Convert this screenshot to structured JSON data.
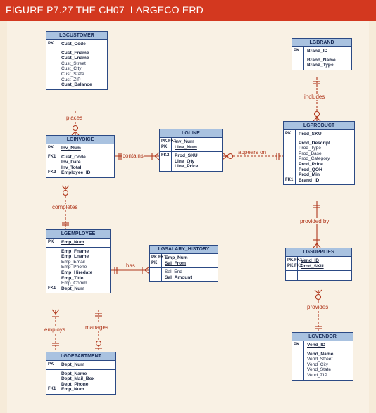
{
  "figure_title": "FIGURE P7.27  THE CH07_LARGECO ERD",
  "entities": [
    {
      "id": "lgcustomer",
      "name": "LGCUSTOMER",
      "keys": [
        {
          "code": "PK",
          "attr": "Cust_Code",
          "bold": true,
          "underline": true
        }
      ],
      "attrs": [
        {
          "code": "",
          "attr": "Cust_Fname",
          "bold": true
        },
        {
          "code": "",
          "attr": "Cust_Lname",
          "bold": true
        },
        {
          "code": "",
          "attr": "Cust_Street",
          "bold": false
        },
        {
          "code": "",
          "attr": "Cust_City",
          "bold": false
        },
        {
          "code": "",
          "attr": "Cust_State",
          "bold": false
        },
        {
          "code": "",
          "attr": "Cust_ZIP",
          "bold": false
        },
        {
          "code": "",
          "attr": "Cust_Balance",
          "bold": true
        }
      ]
    },
    {
      "id": "lgbrand",
      "name": "LGBRAND",
      "keys": [
        {
          "code": "PK",
          "attr": "Brand_ID",
          "bold": true,
          "underline": true
        }
      ],
      "attrs": [
        {
          "code": "",
          "attr": "Brand_Name",
          "bold": true
        },
        {
          "code": "",
          "attr": "Brand_Type",
          "bold": true
        }
      ]
    },
    {
      "id": "lginvoice",
      "name": "LGINVOICE",
      "keys": [
        {
          "code": "PK",
          "attr": "Inv_Num",
          "bold": true,
          "underline": true
        }
      ],
      "attrs": [
        {
          "code": "FK1",
          "attr": "Cust_Code",
          "bold": true
        },
        {
          "code": "",
          "attr": "Inv_Date",
          "bold": true
        },
        {
          "code": "",
          "attr": "Inv_Total",
          "bold": true
        },
        {
          "code": "FK2",
          "attr": "Employee_ID",
          "bold": true
        }
      ]
    },
    {
      "id": "lgline",
      "name": "LGLINE",
      "keys": [
        {
          "code": "PK,FK1",
          "attr": "Inv_Num",
          "bold": true,
          "underline": true
        },
        {
          "code": "PK",
          "attr": "Line_Num",
          "bold": true,
          "underline": true
        }
      ],
      "attrs": [
        {
          "code": "FK2",
          "attr": "Prod_SKU",
          "bold": true
        },
        {
          "code": "",
          "attr": "Line_Qty",
          "bold": true
        },
        {
          "code": "",
          "attr": "Line_Price",
          "bold": true
        }
      ]
    },
    {
      "id": "lgproduct",
      "name": "LGPRODUCT",
      "keys": [
        {
          "code": "PK",
          "attr": "Prod_SKU",
          "bold": true,
          "underline": true
        }
      ],
      "attrs": [
        {
          "code": "",
          "attr": "Prod_Descript",
          "bold": true
        },
        {
          "code": "",
          "attr": "Prod_Type",
          "bold": false
        },
        {
          "code": "",
          "attr": "Prod_Base",
          "bold": false
        },
        {
          "code": "",
          "attr": "Prod_Category",
          "bold": false
        },
        {
          "code": "",
          "attr": "Prod_Price",
          "bold": true
        },
        {
          "code": "",
          "attr": "Prod_QOH",
          "bold": true
        },
        {
          "code": "",
          "attr": "Prod_Min",
          "bold": true
        },
        {
          "code": "FK1",
          "attr": "Brand_ID",
          "bold": true
        }
      ]
    },
    {
      "id": "lgemployee",
      "name": "LGEMPLOYEE",
      "keys": [
        {
          "code": "PK",
          "attr": "Emp_Num",
          "bold": true,
          "underline": true
        }
      ],
      "attrs": [
        {
          "code": "",
          "attr": "Emp_Fname",
          "bold": true
        },
        {
          "code": "",
          "attr": "Emp_Lname",
          "bold": true
        },
        {
          "code": "",
          "attr": "Emp_Email",
          "bold": false
        },
        {
          "code": "",
          "attr": "Emp_Phone",
          "bold": false
        },
        {
          "code": "",
          "attr": "Emp_Hiredate",
          "bold": true
        },
        {
          "code": "",
          "attr": "Emp_Title",
          "bold": true
        },
        {
          "code": "",
          "attr": "Emp_Comm",
          "bold": false
        },
        {
          "code": "FK1",
          "attr": "Dept_Num",
          "bold": true
        }
      ]
    },
    {
      "id": "lgsalary_history",
      "name": "LGSALARY_HISTORY",
      "keys": [
        {
          "code": "PK,FK1",
          "attr": "Emp_Num",
          "bold": true,
          "underline": true
        },
        {
          "code": "PK",
          "attr": "Sal_From",
          "bold": true,
          "underline": true
        }
      ],
      "attrs": [
        {
          "code": "",
          "attr": "Sal_End",
          "bold": false
        },
        {
          "code": "",
          "attr": "Sal_Amount",
          "bold": true
        }
      ]
    },
    {
      "id": "lgsupplies",
      "name": "LGSUPPLIES",
      "keys": [
        {
          "code": "PK,FK1",
          "attr": "Vend_ID",
          "bold": true,
          "underline": true
        },
        {
          "code": "PK,FK2",
          "attr": "Prod_SKU",
          "bold": true,
          "underline": true
        }
      ],
      "attrs": []
    },
    {
      "id": "lgdepartment",
      "name": "LGDEPARTMENT",
      "keys": [
        {
          "code": "PK",
          "attr": "Dept_Num",
          "bold": true,
          "underline": true
        }
      ],
      "attrs": [
        {
          "code": "",
          "attr": "Dept_Name",
          "bold": true
        },
        {
          "code": "",
          "attr": "Dept_Mail_Box",
          "bold": true
        },
        {
          "code": "",
          "attr": "Dept_Phone",
          "bold": true
        },
        {
          "code": "FK1",
          "attr": "Emp_Num",
          "bold": true
        }
      ]
    },
    {
      "id": "lgvendor",
      "name": "LGVENDOR",
      "keys": [
        {
          "code": "PK",
          "attr": "Vend_ID",
          "bold": true,
          "underline": true
        }
      ],
      "attrs": [
        {
          "code": "",
          "attr": "Vend_Name",
          "bold": true
        },
        {
          "code": "",
          "attr": "Vend_Street",
          "bold": false
        },
        {
          "code": "",
          "attr": "Vend_City",
          "bold": false
        },
        {
          "code": "",
          "attr": "Vend_State",
          "bold": false
        },
        {
          "code": "",
          "attr": "Vend_ZIP",
          "bold": false
        }
      ]
    }
  ],
  "relationships": [
    {
      "id": "places",
      "label": "places",
      "from": "LGCUSTOMER",
      "to": "LGINVOICE"
    },
    {
      "id": "includes",
      "label": "includes",
      "from": "LGBRAND",
      "to": "LGPRODUCT"
    },
    {
      "id": "contains",
      "label": "contains",
      "from": "LGINVOICE",
      "to": "LGLINE"
    },
    {
      "id": "appears_on",
      "label": "appears on",
      "from": "LGPRODUCT",
      "to": "LGLINE"
    },
    {
      "id": "completes",
      "label": "completes",
      "from": "LGEMPLOYEE",
      "to": "LGINVOICE"
    },
    {
      "id": "provided_by",
      "label": "provided by",
      "from": "LGPRODUCT",
      "to": "LGSUPPLIES"
    },
    {
      "id": "has",
      "label": "has",
      "from": "LGEMPLOYEE",
      "to": "LGSALARY_HISTORY"
    },
    {
      "id": "provides",
      "label": "provides",
      "from": "LGVENDOR",
      "to": "LGSUPPLIES"
    },
    {
      "id": "employs",
      "label": "employs",
      "from": "LGDEPARTMENT",
      "to": "LGEMPLOYEE"
    },
    {
      "id": "manages",
      "label": "manages",
      "from": "LGEMPLOYEE",
      "to": "LGDEPARTMENT"
    }
  ],
  "colors": {
    "header": "#d3381f",
    "line": "#b0371c",
    "entity_border": "#2c4a84",
    "entity_title_fill": "#a9c2e0",
    "background": "#f6ebd9"
  }
}
